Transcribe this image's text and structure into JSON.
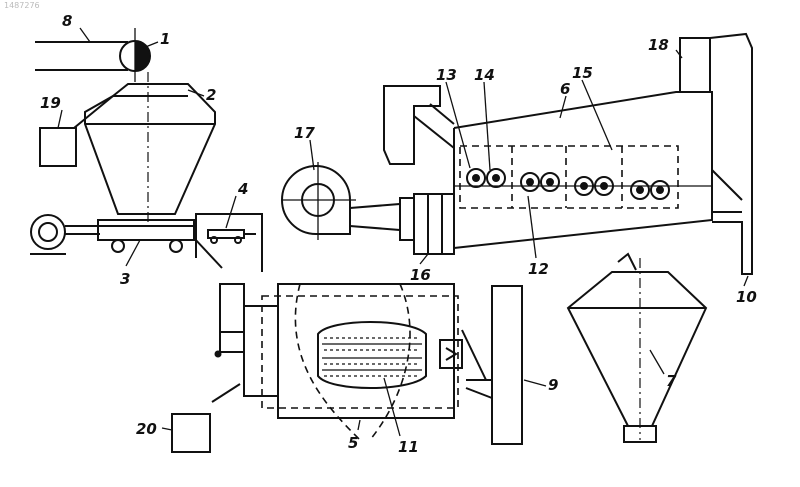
{
  "watermark": "1487276",
  "labels": [
    "1",
    "2",
    "3",
    "4",
    "5",
    "6",
    "7",
    "8",
    "9",
    "10",
    "11",
    "12",
    "13",
    "14",
    "15",
    "16",
    "17",
    "18",
    "19",
    "20"
  ]
}
